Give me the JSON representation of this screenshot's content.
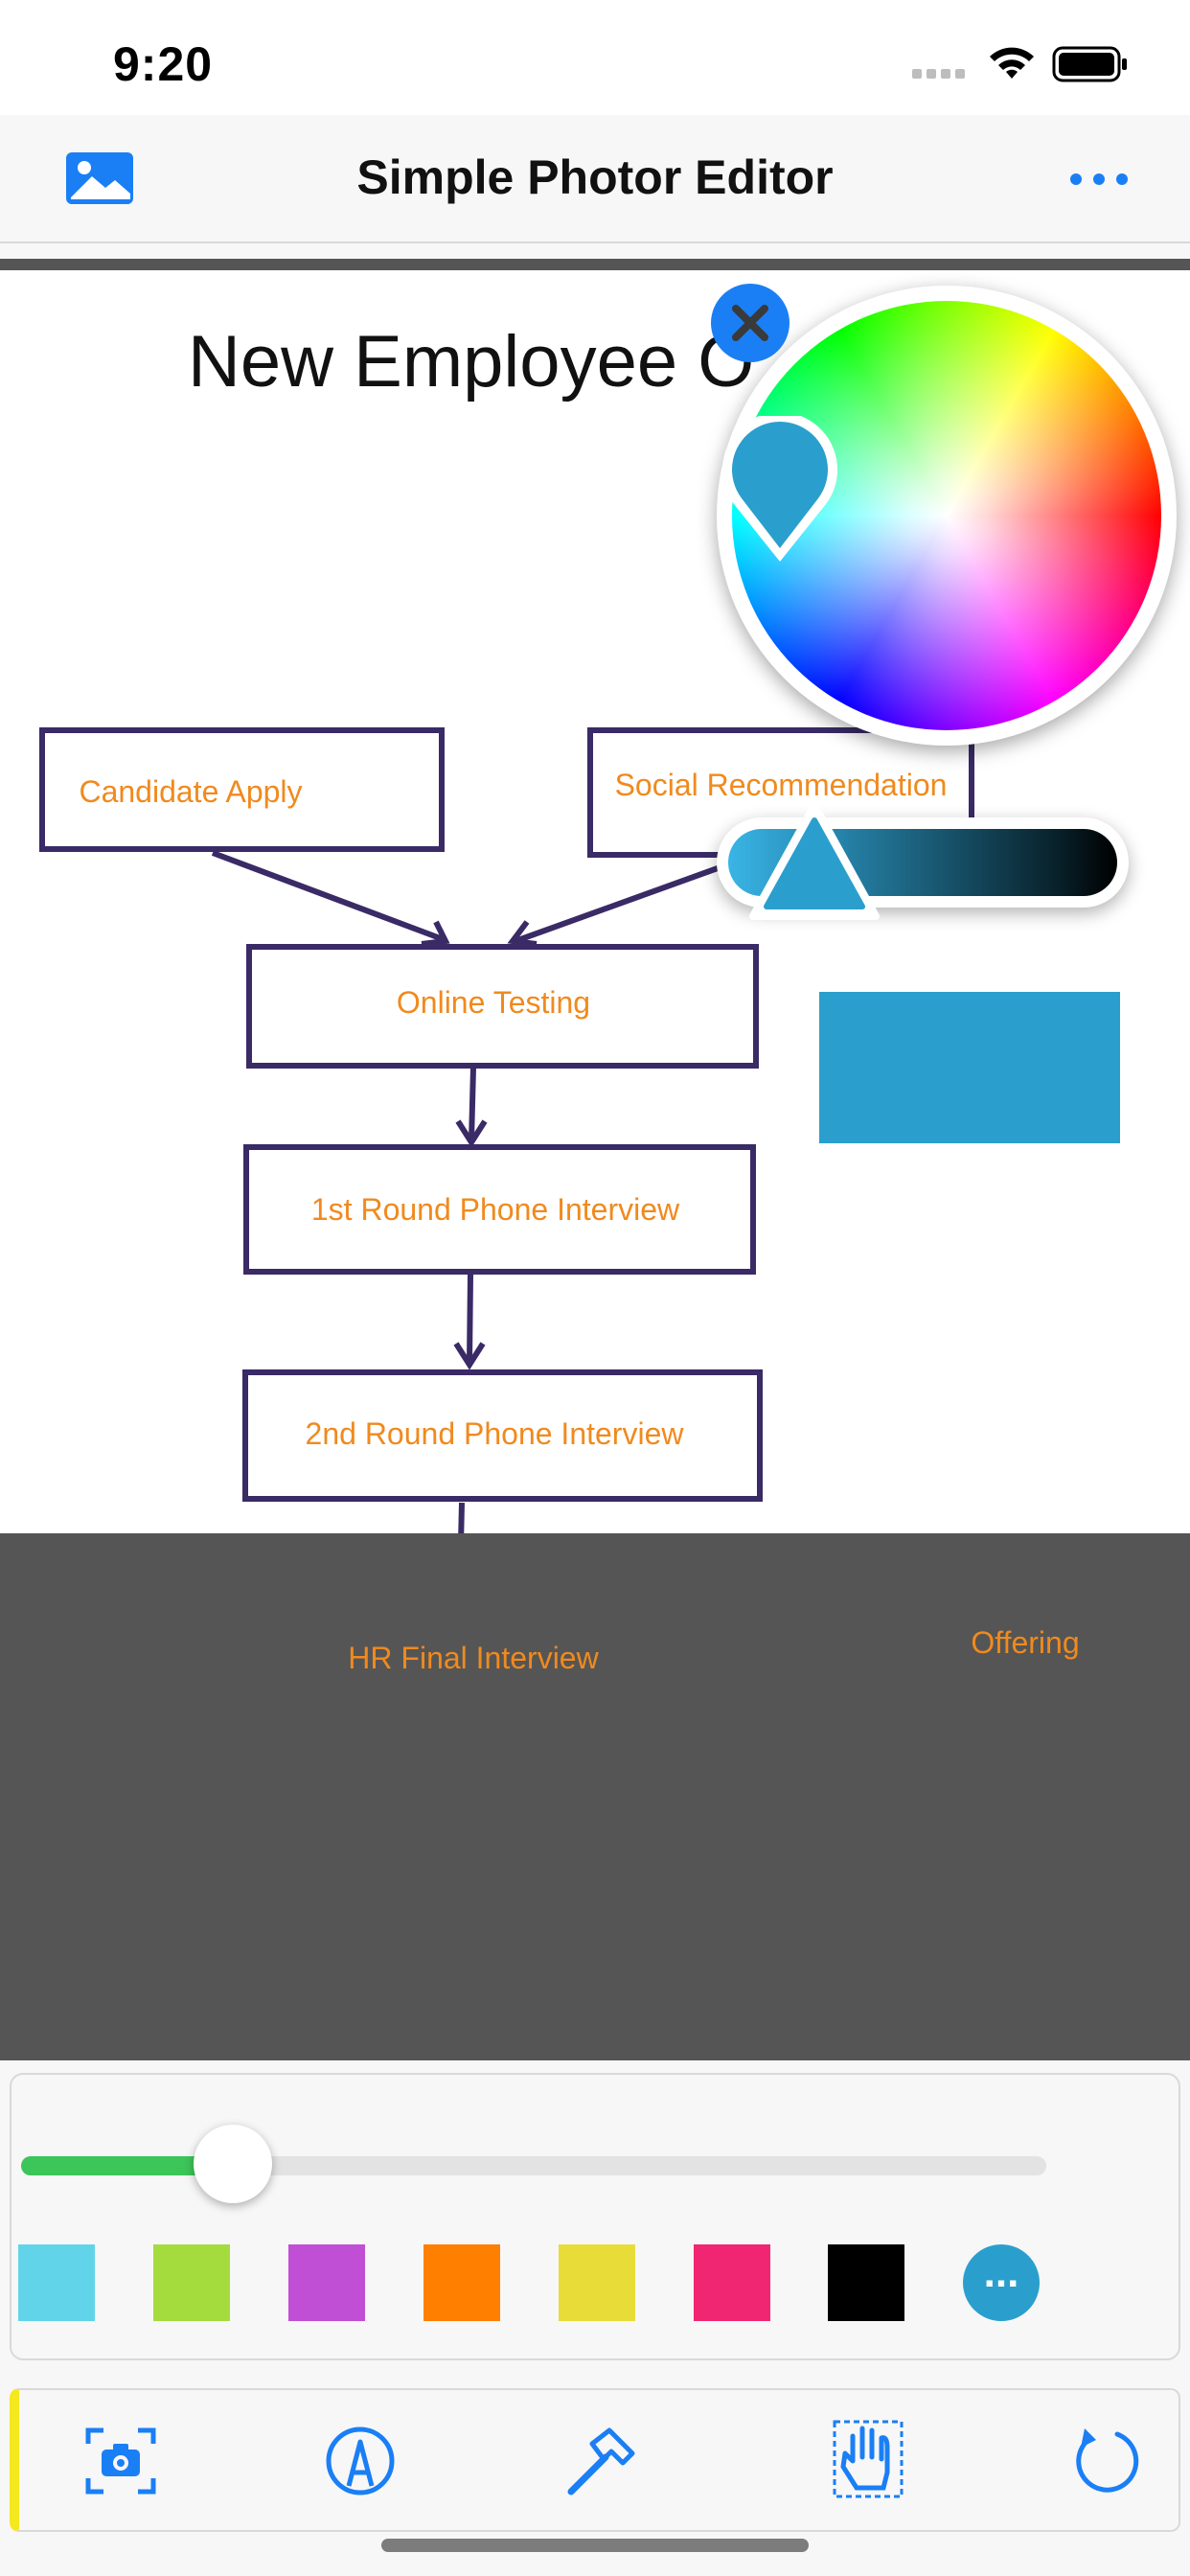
{
  "status_bar": {
    "time": "9:20"
  },
  "nav": {
    "title": "Simple Photor Editor",
    "left_icon": "photo-icon",
    "right_icon": "more-icon"
  },
  "document": {
    "title": "New Employee O",
    "nodes": {
      "candidate": "Candidate Apply",
      "social": "Social Recommendation",
      "online": "Online Testing",
      "round1": "1st Round Phone Interview",
      "round2": "2nd Round Phone Interview",
      "hr": "HR Final Interview",
      "offering": "Offering"
    }
  },
  "color_picker": {
    "selected_color": "#2a9fcd",
    "brightness_level": 0.12,
    "close_icon": "close-icon"
  },
  "brush_panel": {
    "size_level": 0.2,
    "swatches": [
      "#62d4ea",
      "#a4dc3e",
      "#c04fd6",
      "#ff7f00",
      "#e8dc38",
      "#f12672",
      "#000000"
    ],
    "more_label": "..."
  },
  "toolbar": {
    "tools": [
      "camera-icon",
      "pen-icon",
      "hammer-icon",
      "hand-icon",
      "rotate-icon"
    ]
  },
  "colors": {
    "accent": "#1a7ff5",
    "flow_stroke": "#3a2a66",
    "flow_text": "#f08a1e"
  }
}
